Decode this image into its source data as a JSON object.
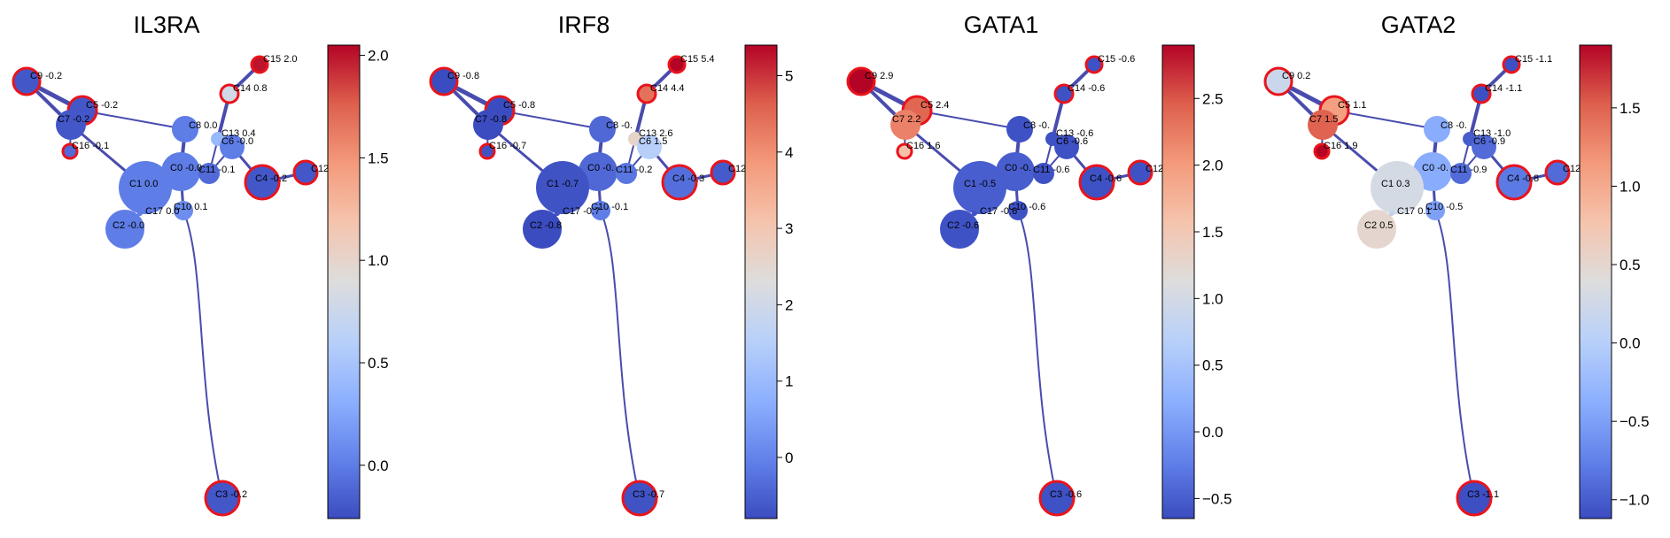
{
  "chart_data": [
    {
      "type": "graph",
      "title": "IL3RA",
      "colorbar": {
        "ticks": [
          0.0,
          0.5,
          1.0,
          1.5,
          2.0
        ],
        "tick_labels": [
          "0.0",
          "0.5",
          "1.0",
          "1.5",
          "2.0"
        ],
        "range": [
          -0.26,
          2.05
        ]
      },
      "nodes": [
        {
          "id": "C9",
          "value_label": "-0.2",
          "value": -0.2
        },
        {
          "id": "C5",
          "value_label": "-0.2",
          "value": -0.2
        },
        {
          "id": "C7",
          "value_label": "-0.2",
          "value": -0.2
        },
        {
          "id": "C16",
          "value_label": "-0.1",
          "value": -0.1
        },
        {
          "id": "C8",
          "value_label": "0.0",
          "value": 0.0
        },
        {
          "id": "C15",
          "value_label": "2.0",
          "value": 2.0
        },
        {
          "id": "C14",
          "value_label": "0.8",
          "value": 0.8
        },
        {
          "id": "C13",
          "value_label": "0.4",
          "value": 0.4
        },
        {
          "id": "C6",
          "value_label": "-0.0",
          "value": 0.0
        },
        {
          "id": "C0",
          "value_label": "-0.0",
          "value": 0.0
        },
        {
          "id": "C11",
          "value_label": "-0.1",
          "value": -0.1
        },
        {
          "id": "C4",
          "value_label": "-0.2",
          "value": -0.2
        },
        {
          "id": "C12",
          "value_label": "",
          "value": -0.2
        },
        {
          "id": "C1",
          "value_label": "0.0",
          "value": 0.0
        },
        {
          "id": "C17",
          "value_label": "0.0",
          "value": 0.0
        },
        {
          "id": "C10",
          "value_label": "0.1",
          "value": 0.1
        },
        {
          "id": "C2",
          "value_label": "-0.0",
          "value": 0.0
        },
        {
          "id": "C3",
          "value_label": "-0.2",
          "value": -0.2
        }
      ]
    },
    {
      "type": "graph",
      "title": "IRF8",
      "colorbar": {
        "ticks": [
          0,
          1,
          2,
          3,
          4,
          5
        ],
        "tick_labels": [
          "0",
          "1",
          "2",
          "3",
          "4",
          "5"
        ],
        "range": [
          -0.8,
          5.4
        ]
      },
      "nodes": [
        {
          "id": "C9",
          "value_label": "-0.8",
          "value": -0.8
        },
        {
          "id": "C5",
          "value_label": "-0.8",
          "value": -0.8
        },
        {
          "id": "C7",
          "value_label": "-0.8",
          "value": -0.8
        },
        {
          "id": "C16",
          "value_label": "-0.7",
          "value": -0.7
        },
        {
          "id": "C8",
          "value_label": "-0.",
          "value": -0.4
        },
        {
          "id": "C15",
          "value_label": "5.4",
          "value": 5.4
        },
        {
          "id": "C14",
          "value_label": "4.4",
          "value": 4.4
        },
        {
          "id": "C13",
          "value_label": "2.6",
          "value": 2.6
        },
        {
          "id": "C6",
          "value_label": "1.5",
          "value": 1.5
        },
        {
          "id": "C0",
          "value_label": "-0.",
          "value": -0.4
        },
        {
          "id": "C11",
          "value_label": "-0.2",
          "value": -0.2
        },
        {
          "id": "C4",
          "value_label": "-0.3",
          "value": -0.3
        },
        {
          "id": "C12",
          "value_label": "",
          "value": -0.6
        },
        {
          "id": "C1",
          "value_label": "-0.7",
          "value": -0.7
        },
        {
          "id": "C17",
          "value_label": "-0.7",
          "value": -0.7
        },
        {
          "id": "C10",
          "value_label": "-0.1",
          "value": -0.1
        },
        {
          "id": "C2",
          "value_label": "-0.8",
          "value": -0.8
        },
        {
          "id": "C3",
          "value_label": "-0.7",
          "value": -0.7
        }
      ]
    },
    {
      "type": "graph",
      "title": "GATA1",
      "colorbar": {
        "ticks": [
          -0.5,
          0.0,
          0.5,
          1.0,
          1.5,
          2.0,
          2.5
        ],
        "tick_labels": [
          "−0.5",
          "0.0",
          "0.5",
          "1.0",
          "1.5",
          "2.0",
          "2.5"
        ],
        "range": [
          -0.65,
          2.9
        ]
      },
      "nodes": [
        {
          "id": "C9",
          "value_label": "2.9",
          "value": 2.9
        },
        {
          "id": "C5",
          "value_label": "2.4",
          "value": 2.4
        },
        {
          "id": "C7",
          "value_label": "2.2",
          "value": 2.2
        },
        {
          "id": "C16",
          "value_label": "1.6",
          "value": 1.6
        },
        {
          "id": "C8",
          "value_label": "-0.",
          "value": -0.6
        },
        {
          "id": "C15",
          "value_label": "-0.6",
          "value": -0.6
        },
        {
          "id": "C14",
          "value_label": "-0.6",
          "value": -0.6
        },
        {
          "id": "C13",
          "value_label": "-0.6",
          "value": -0.6
        },
        {
          "id": "C6",
          "value_label": "-0.6",
          "value": -0.6
        },
        {
          "id": "C0",
          "value_label": "-0.",
          "value": -0.5
        },
        {
          "id": "C11",
          "value_label": "-0.6",
          "value": -0.6
        },
        {
          "id": "C4",
          "value_label": "-0.6",
          "value": -0.6
        },
        {
          "id": "C12",
          "value_label": "",
          "value": -0.6
        },
        {
          "id": "C1",
          "value_label": "-0.5",
          "value": -0.5
        },
        {
          "id": "C17",
          "value_label": "-0.6",
          "value": -0.6
        },
        {
          "id": "C10",
          "value_label": "-0.6",
          "value": -0.6
        },
        {
          "id": "C2",
          "value_label": "-0.6",
          "value": -0.6
        },
        {
          "id": "C3",
          "value_label": "-0.6",
          "value": -0.6
        }
      ]
    },
    {
      "type": "graph",
      "title": "GATA2",
      "colorbar": {
        "ticks": [
          -1.0,
          -0.5,
          0.0,
          0.5,
          1.0,
          1.5
        ],
        "tick_labels": [
          "−1.0",
          "−0.5",
          "0.0",
          "0.5",
          "1.0",
          "1.5"
        ],
        "range": [
          -1.12,
          1.9
        ]
      },
      "nodes": [
        {
          "id": "C9",
          "value_label": "0.2",
          "value": 0.2
        },
        {
          "id": "C5",
          "value_label": "1.1",
          "value": 1.1
        },
        {
          "id": "C7",
          "value_label": "1.5",
          "value": 1.5
        },
        {
          "id": "C16",
          "value_label": "1.9",
          "value": 1.9
        },
        {
          "id": "C8",
          "value_label": "-0.",
          "value": -0.4
        },
        {
          "id": "C15",
          "value_label": "-1.1",
          "value": -1.1
        },
        {
          "id": "C14",
          "value_label": "-1.1",
          "value": -1.1
        },
        {
          "id": "C13",
          "value_label": "-1.0",
          "value": -1.0
        },
        {
          "id": "C6",
          "value_label": "-0.9",
          "value": -0.9
        },
        {
          "id": "C0",
          "value_label": "-0.",
          "value": -0.4
        },
        {
          "id": "C11",
          "value_label": "-0.9",
          "value": -0.9
        },
        {
          "id": "C4",
          "value_label": "-0.8",
          "value": -0.8
        },
        {
          "id": "C12",
          "value_label": "",
          "value": -0.9
        },
        {
          "id": "C1",
          "value_label": "0.3",
          "value": 0.3
        },
        {
          "id": "C17",
          "value_label": "0.1",
          "value": 0.1
        },
        {
          "id": "C10",
          "value_label": "-0.5",
          "value": -0.5
        },
        {
          "id": "C2",
          "value_label": "0.5",
          "value": 0.5
        },
        {
          "id": "C3",
          "value_label": "-1.1",
          "value": -1.1
        }
      ]
    }
  ]
}
